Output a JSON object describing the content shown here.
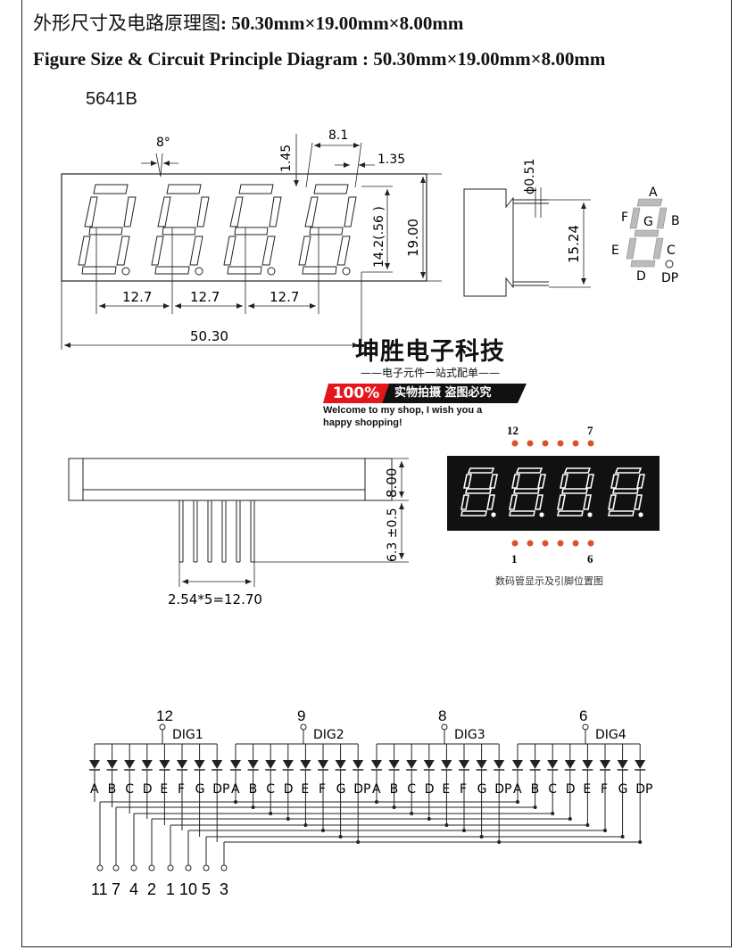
{
  "title_cn_prefix": "外形尺寸及电路原理图",
  "title_cn_dims": ": 50.30mm×19.00mm×8.00mm",
  "title_en": "Figure Size & Circuit Principle Diagram : 50.30mm×19.00mm×8.00mm",
  "model": "5641B",
  "front_view": {
    "angle": "8°",
    "dim_145": "1.45",
    "dim_81": "8.1",
    "dim_135": "1.35",
    "dim_142": "14.2(.56 )",
    "dim_1900": "19.00",
    "pitch1": "12.7",
    "pitch2": "12.7",
    "pitch3": "12.7",
    "width": "50.30"
  },
  "side_view": {
    "pin_dia": "ϕ0.51",
    "pin_spacing": "15.24"
  },
  "segment_legend": {
    "A": "A",
    "B": "B",
    "C": "C",
    "D": "D",
    "E": "E",
    "F": "F",
    "G": "G",
    "DP": "DP"
  },
  "watermark": {
    "title": "坤胜电子科技",
    "subtitle": "——电子元件一站式配单——",
    "badge": "100%",
    "slogan": "实物拍摄 盗图必究",
    "welcome1": "Welcome to my shop, I wish you a",
    "welcome2": "happy shopping!"
  },
  "bottom_view": {
    "depth": "8.00",
    "pin_len": "6.3 ±0.5",
    "pin_pitch": "2.54*5=12.70"
  },
  "pin_position": {
    "tl": "12",
    "tr": "7",
    "bl": "1",
    "br": "6",
    "caption": "数码管显示及引脚位置图"
  },
  "circuit": {
    "digits": [
      {
        "pin": "12",
        "label": "DIG1"
      },
      {
        "pin": "9",
        "label": "DIG2"
      },
      {
        "pin": "8",
        "label": "DIG3"
      },
      {
        "pin": "6",
        "label": "DIG4"
      }
    ],
    "segments": [
      "A",
      "B",
      "C",
      "D",
      "E",
      "F",
      "G",
      "DP"
    ],
    "segment_pins": [
      "11",
      "7",
      "4",
      "2",
      "1",
      "10",
      "5",
      "3"
    ]
  },
  "colors": {
    "accent_red": "#e4161b",
    "pad_orange": "#d9542c",
    "segment_gray": "#bbbbbb"
  }
}
